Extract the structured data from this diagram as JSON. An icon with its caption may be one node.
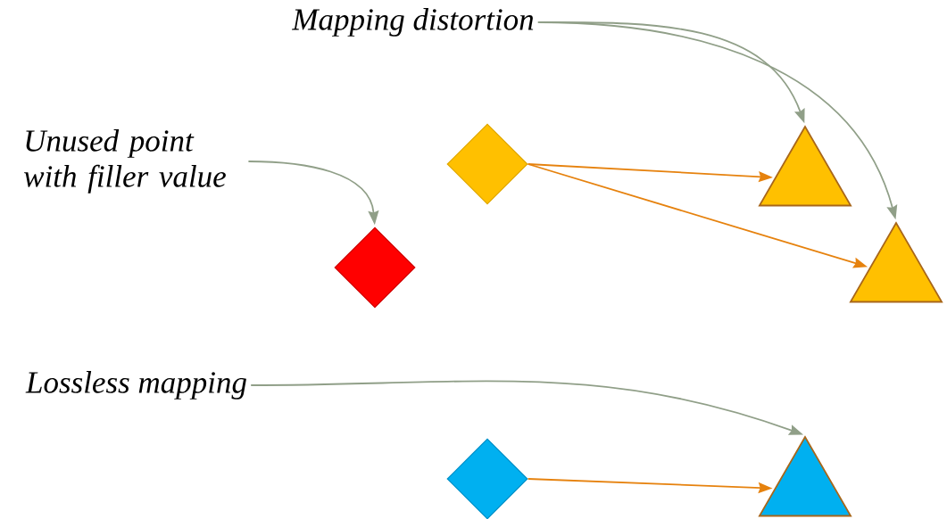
{
  "diagram": {
    "nodes": [
      {
        "text": [
          "Mapping distortion"
        ]
      },
      {
        "text": [
          "Unused point with filler value"
        ]
      },
      {
        "text": [],
        "shape": "diamond"
      },
      {
        "text": [],
        "shape": "diamond"
      },
      {
        "text": [],
        "shape": "triangle"
      },
      {
        "text": [],
        "shape": "triangle"
      },
      {
        "text": [
          "Lossless mapping"
        ]
      },
      {
        "text": [],
        "shape": "diamond"
      },
      {
        "text": [],
        "shape": "triangle"
      }
    ],
    "edges": [
      {
        "from": 0,
        "to": 4,
        "arrow": "to"
      },
      {
        "from": 0,
        "to": 5,
        "arrow": "to"
      },
      {
        "from": 1,
        "to": 2,
        "arrow": "to"
      },
      {
        "from": 3,
        "to": 4,
        "arrow": "to",
        "color": "#e6820e"
      },
      {
        "from": 3,
        "to": 5,
        "arrow": "to",
        "color": "#e6820e"
      },
      {
        "from": 6,
        "to": 8,
        "arrow": "to"
      },
      {
        "from": 7,
        "to": 8,
        "arrow": "to",
        "color": "#e6820e"
      }
    ]
  }
}
